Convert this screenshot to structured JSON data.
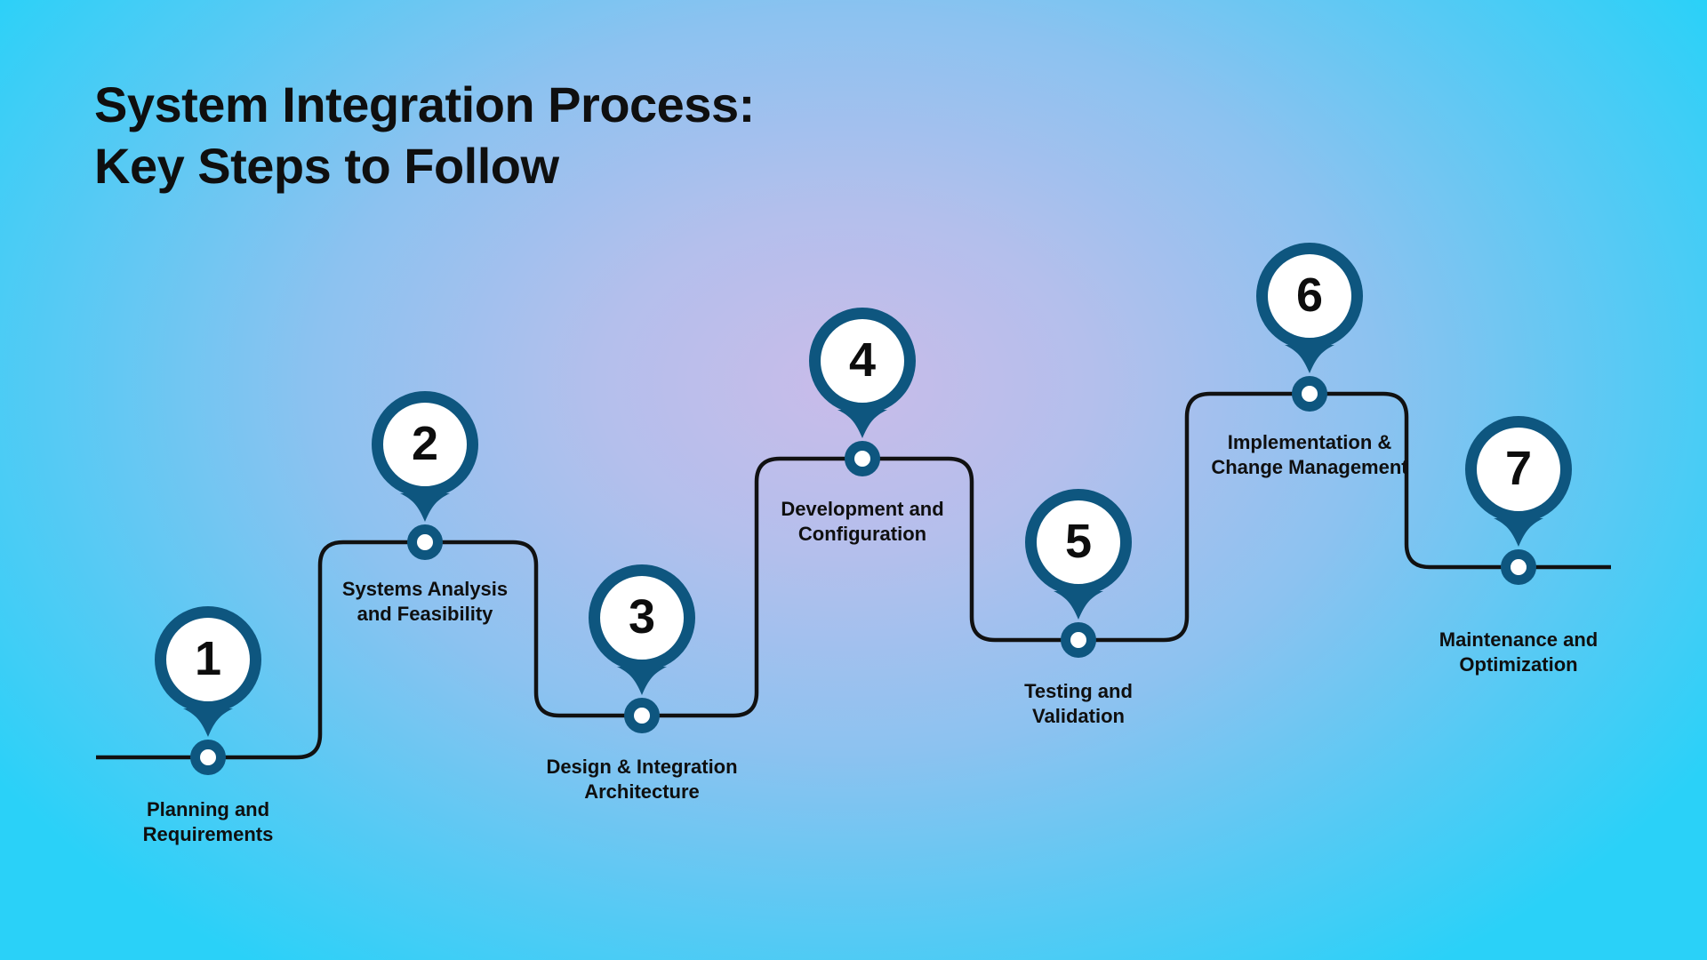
{
  "title": {
    "line1": "System Integration Process:",
    "line2": "Key Steps to Follow"
  },
  "colors": {
    "background_edge": "#2ad1f8",
    "background_center": "#c9bce9",
    "accent": "#0e567f",
    "path_line": "#111111",
    "text": "#0f0f0f",
    "node_fill": "#ffffff"
  },
  "steps": [
    {
      "number": "1",
      "label": "Planning and Requirements",
      "label_lines": [
        "Planning and",
        "Requirements"
      ]
    },
    {
      "number": "2",
      "label": "Systems Analysis and Feasibility",
      "label_lines": [
        "Systems Analysis",
        "and Feasibility"
      ]
    },
    {
      "number": "3",
      "label": "Design & Integration Architecture",
      "label_lines": [
        "Design & Integration",
        "Architecture"
      ]
    },
    {
      "number": "4",
      "label": "Development and Configuration",
      "label_lines": [
        "Development and",
        "Configuration"
      ]
    },
    {
      "number": "5",
      "label": "Testing and Validation",
      "label_lines": [
        "Testing and",
        "Validation"
      ]
    },
    {
      "number": "6",
      "label": "Implementation & Change Management",
      "label_lines": [
        "Implementation &",
        "Change Management"
      ]
    },
    {
      "number": "7",
      "label": "Maintenance and Optimization",
      "label_lines": [
        "Maintenance and",
        "Optimization"
      ]
    }
  ]
}
